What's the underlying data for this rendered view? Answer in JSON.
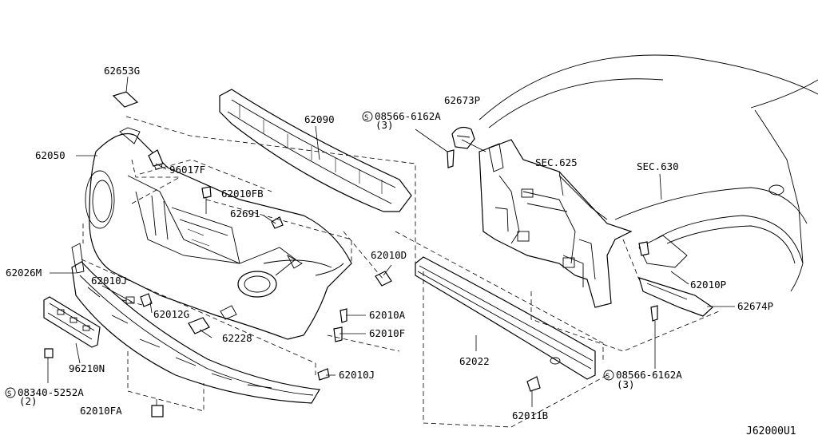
{
  "diagram": {
    "drawing_code": "J62000U1",
    "labels": {
      "p62653G": "62653G",
      "p62050": "62050",
      "p96017F": "96017F",
      "p62090": "62090",
      "p62010FB": "62010FB",
      "p62691": "62691",
      "p62026M": "62026M",
      "p62010J_a": "62010J",
      "p62012G": "62012G",
      "p62228": "62228",
      "p96210N": "96210N",
      "p08340": "08340-5252A",
      "p08340_qty": "(2)",
      "p62010FA": "62010FA",
      "p62010D": "62010D",
      "p62010A": "62010A",
      "p62010F": "62010F",
      "p62010J_b": "62010J",
      "p62022": "62022",
      "p62011B": "62011B",
      "p62673P": "62673P",
      "p08566_a": "08566-6162A",
      "p08566_a_qty": "(3)",
      "p_sec625": "SEC.625",
      "p_sec630": "SEC.630",
      "p62010P": "62010P",
      "p62674P": "62674P",
      "p08566_b": "08566-6162A",
      "p08566_b_qty": "(3)",
      "screw_symbol": "S"
    }
  }
}
